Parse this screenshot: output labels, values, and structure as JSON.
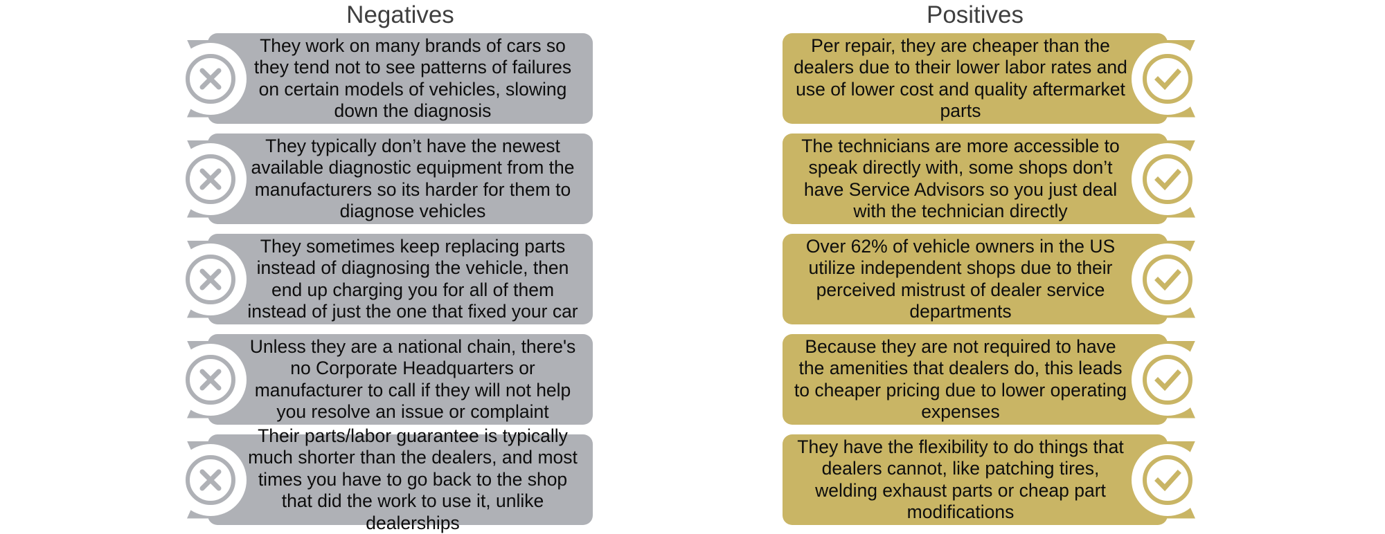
{
  "columns": {
    "negatives": {
      "title": "Negatives",
      "color": "#afb1b6",
      "icon": "circle-x-icon",
      "items": [
        {
          "text": "They work on many brands of cars so they tend not to see patterns of failures on certain models of vehicles, slowing down the diagnosis"
        },
        {
          "text": "They typically don’t have the newest available diagnostic equipment from the manufacturers so its harder for them to diagnose vehicles"
        },
        {
          "text": "They sometimes keep replacing parts instead of diagnosing the vehicle, then end up charging you for all of them instead of just the one that fixed your car"
        },
        {
          "text": "Unless they are a national chain, there's no Corporate Headquarters or manufacturer to call if they will not help you resolve an issue or complaint"
        },
        {
          "text": "Their parts/labor guarantee is typically much shorter than the dealers, and most times you have to go back to the shop that did the work to use it, unlike dealerships"
        }
      ]
    },
    "positives": {
      "title": "Positives",
      "color": "#c9b565",
      "icon": "circle-check-icon",
      "items": [
        {
          "text": "Per repair, they are cheaper than the dealers due to their lower labor rates and use of lower cost and quality aftermarket parts"
        },
        {
          "text": "The technicians are more accessible to speak directly with, some shops don’t have Service Advisors so you just deal with the technician directly"
        },
        {
          "text": "Over 62% of vehicle owners in the US utilize independent shops due to their perceived mistrust of dealer service departments"
        },
        {
          "text": "Because they are not required to have the amenities that dealers do, this leads to cheaper pricing due to lower operating expenses"
        },
        {
          "text": "They have the flexibility to do things that dealers cannot, like patching tires, welding exhaust parts or cheap part modifications"
        }
      ]
    }
  }
}
